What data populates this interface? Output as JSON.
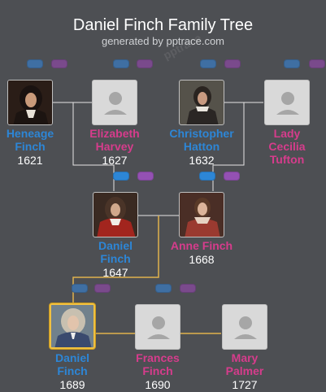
{
  "header": {
    "title": "Daniel Finch Family Tree",
    "subtitle": "generated by pptrace.com",
    "watermark": "pptrace"
  },
  "colors": {
    "male": "#2d86d6",
    "female": "#d63c8c",
    "link_default": "#e6e6e6",
    "link_lineage": "#e0b24c",
    "selected_border": "#f0c040"
  },
  "people": [
    {
      "id": "heneage",
      "name_line1": "Heneage",
      "name_line2": "Finch",
      "name_line3": "",
      "year": "1621",
      "gender": "m",
      "photo": "portrait"
    },
    {
      "id": "elizabeth",
      "name_line1": "Elizabeth",
      "name_line2": "Harvey",
      "name_line3": "",
      "year": "1627",
      "gender": "f",
      "photo": "silhouette"
    },
    {
      "id": "christopher",
      "name_line1": "Christopher",
      "name_line2": "Hatton",
      "name_line3": "",
      "year": "1632",
      "gender": "m",
      "photo": "portrait"
    },
    {
      "id": "cecilia",
      "name_line1": "Lady",
      "name_line2": "Cecilia",
      "name_line3": "Tufton",
      "year": "",
      "gender": "f",
      "photo": "silhouette"
    },
    {
      "id": "daniel1647",
      "name_line1": "Daniel",
      "name_line2": "Finch",
      "name_line3": "",
      "year": "1647",
      "gender": "m",
      "photo": "portrait"
    },
    {
      "id": "anne",
      "name_line1": "Anne Finch",
      "name_line2": "",
      "name_line3": "",
      "year": "1668",
      "gender": "f",
      "photo": "portrait"
    },
    {
      "id": "daniel1689",
      "name_line1": "Daniel",
      "name_line2": "Finch",
      "name_line3": "",
      "year": "1689",
      "gender": "m",
      "photo": "portrait",
      "selected": true
    },
    {
      "id": "frances",
      "name_line1": "Frances",
      "name_line2": "Finch",
      "name_line3": "",
      "year": "1690",
      "gender": "f",
      "photo": "silhouette"
    },
    {
      "id": "mary",
      "name_line1": "Mary",
      "name_line2": "Palmer",
      "name_line3": "",
      "year": "1727",
      "gender": "f",
      "photo": "silhouette"
    }
  ],
  "icons": {
    "expand_father": "expand-father-icon",
    "expand_mother": "expand-mother-icon",
    "silhouette": "person-silhouette-icon",
    "portrait": "portrait-icon"
  }
}
